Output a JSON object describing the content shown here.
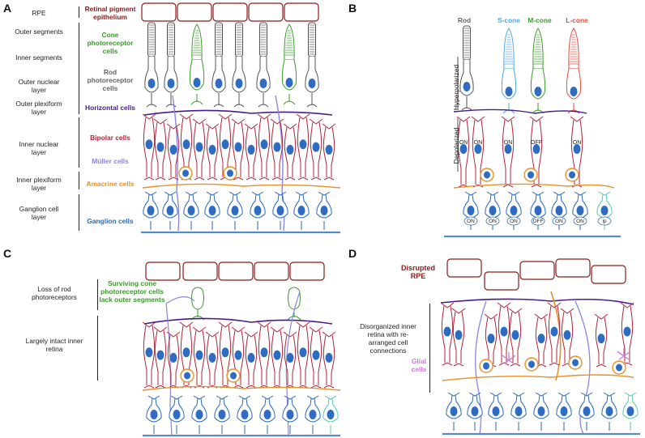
{
  "panels": {
    "A": {
      "letter": "A",
      "layers": [
        "RPE",
        "Outer segments",
        "Inner segments",
        "Outer nuclear layer",
        "Outer plexiform layer",
        "Inner nuclear layer",
        "Inner plexiform layer",
        "Ganglion cell layer"
      ],
      "cells": [
        "Retinal pigment epithelium",
        "Cone photoreceptor cells",
        "Rod photoreceptor cells",
        "Horizontal cells",
        "Bipolar cells",
        "Müller cells",
        "Amacrine cells",
        "Ganglion cells"
      ]
    },
    "B": {
      "letter": "B",
      "photoreceptors": [
        "Rod",
        "S-cone",
        "M-cone",
        "L-cone"
      ],
      "hyper": "Hyperpolarized",
      "depol": "Depolarized",
      "bip": [
        "ON",
        "ON",
        "ON",
        "OFF",
        "ON"
      ],
      "gang": [
        "ON",
        "ON",
        "ON",
        "OFF",
        "ON",
        "ON",
        "ip"
      ]
    },
    "C": {
      "letter": "C",
      "left1": "Loss of rod photoreceptors",
      "left2": "Largely intact inner retina",
      "note": "Surviving cone photoreceptor cells lack outer segments"
    },
    "D": {
      "letter": "D",
      "rpe": "Disrupted RPE",
      "left": "Disorganized inner retina with re-arranged cell connections",
      "glial": "Glial cells"
    }
  },
  "colors": {
    "rpe": "#8b1a1a",
    "cone": "#3a9a2a",
    "rod": "#555555",
    "horizontal": "#4b1a8a",
    "bipolar": "#b0263a",
    "muller": "#8a86e0",
    "amacrine": "#e8902a",
    "ganglion": "#2a6ab8",
    "scone": "#4aa8e8",
    "mcone": "#3a9a2a",
    "lcone": "#e84a3a",
    "glial": "#c87ad8",
    "nucleus": "#2e6cc4",
    "ipcell": "#5ac8b8"
  }
}
